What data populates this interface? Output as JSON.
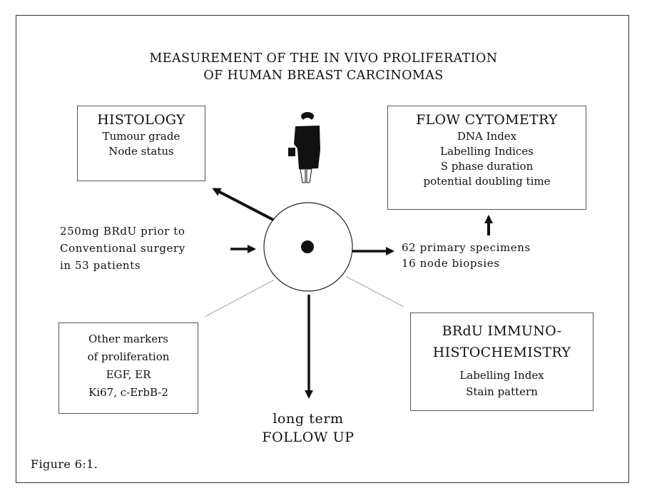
{
  "title": {
    "line1": "MEASUREMENT OF THE IN VIVO PROLIFERATION",
    "line2": "OF HUMAN BREAST CARCINOMAS"
  },
  "histology": {
    "heading": "HISTOLOGY",
    "items": [
      "Tumour grade",
      "Node status"
    ]
  },
  "flow_cytometry": {
    "heading": "FLOW CYTOMETRY",
    "items": [
      "DNA Index",
      "Labelling Indices",
      "S phase duration",
      "potential doubling time"
    ]
  },
  "input": {
    "lines": [
      "250mg BRdU prior to",
      "Conventional surgery",
      "in 53 patients"
    ]
  },
  "specimens": {
    "lines": [
      "62 primary specimens",
      "16 node biopsies"
    ]
  },
  "other_markers": {
    "lines": [
      "Other markers",
      "of proliferation",
      "EGF, ER",
      "Ki67, c-ErbB-2"
    ]
  },
  "brdu_ihc": {
    "heading_lines": [
      "BRdU IMMUNO-",
      "HISTOCHEMISTRY"
    ],
    "items": [
      "Labelling Index",
      "Stain pattern"
    ]
  },
  "follow_up": {
    "line1": "long term",
    "line2": "FOLLOW UP"
  },
  "caption": "Figure 6:1.",
  "icons": {
    "patient": "woman-figure-icon",
    "tumour": "tumour-circle"
  }
}
